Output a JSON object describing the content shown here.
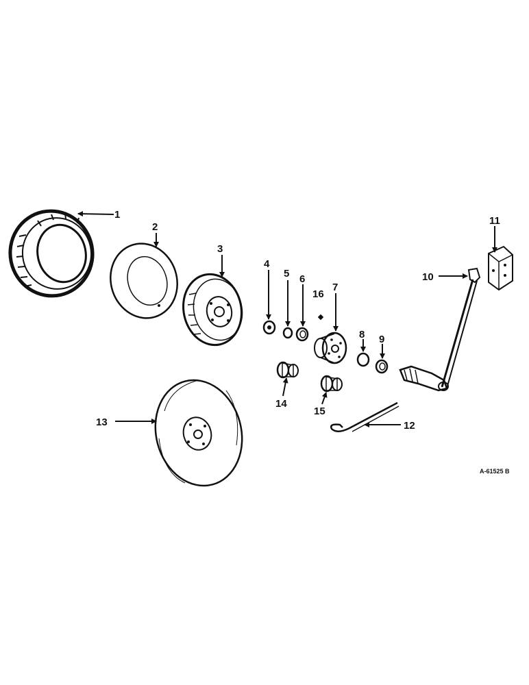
{
  "callouts": {
    "c1": "1",
    "c2": "2",
    "c3": "3",
    "c4": "4",
    "c5": "5",
    "c6": "6",
    "c7": "7",
    "c8": "8",
    "c9": "9",
    "c10": "10",
    "c11": "11",
    "c12": "12",
    "c13": "13",
    "c14": "14",
    "c15": "15",
    "c16": "16"
  },
  "drawing_number": "A-61525 B"
}
